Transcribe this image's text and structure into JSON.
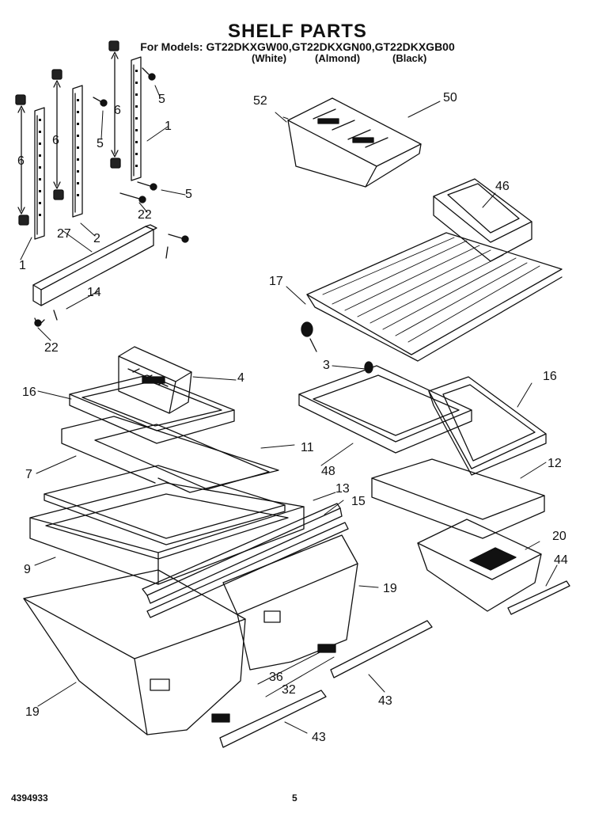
{
  "header": {
    "title": "SHELF PARTS",
    "models": "For Models: GT22DKXGW00,GT22DKXGN00,GT22DKXGB00",
    "colors": [
      "(White)",
      "(Almond)",
      "(Black)"
    ]
  },
  "callouts": [
    "1",
    "1",
    "2",
    "3",
    "4",
    "5",
    "5",
    "5",
    "6",
    "6",
    "6",
    "7",
    "9",
    "11",
    "12",
    "13",
    "14",
    "15",
    "16",
    "16",
    "17",
    "19",
    "19",
    "20",
    "22",
    "22",
    "27",
    "32",
    "36",
    "43",
    "43",
    "44",
    "46",
    "48",
    "50",
    "52"
  ],
  "footer": {
    "code": "4394933",
    "page": "5"
  }
}
